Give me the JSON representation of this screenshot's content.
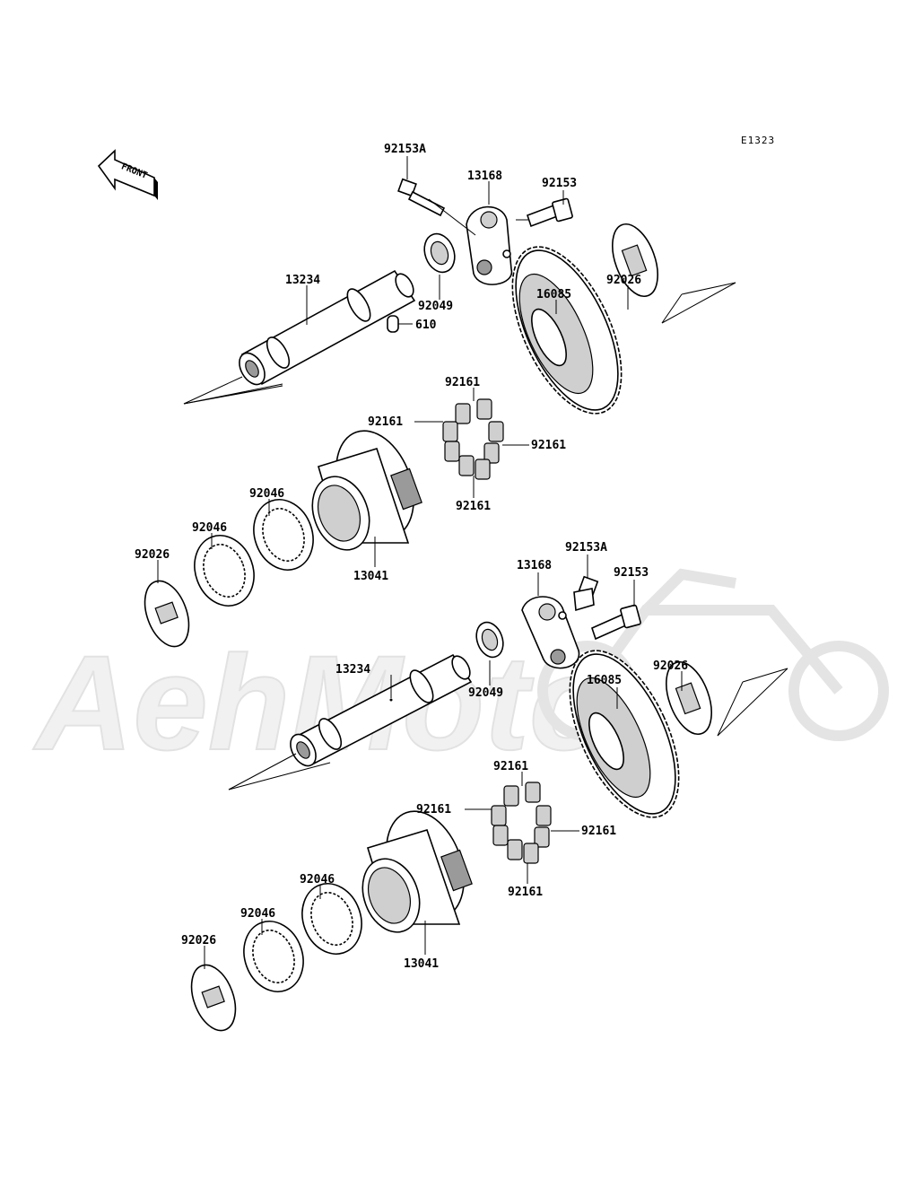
{
  "diagram_code": "E1323",
  "front_label": "FRONT",
  "watermark": "AehMoto",
  "callouts": {
    "top_bolt_a": "92153A",
    "top_arm": "13168",
    "top_bolt": "92153",
    "top_shaft": "13234",
    "top_seal": "92049",
    "top_pin": "610",
    "top_gear": "16085",
    "top_washer_r": "92026",
    "top_rollers_t": "92161",
    "top_rollers_l": "92161",
    "top_rollers_r": "92161",
    "top_rollers_b": "92161",
    "top_bearing_1": "92046",
    "top_bearing_2": "92046",
    "top_washer_l": "92026",
    "top_gear_hub": "13041",
    "bot_bolt_a": "92153A",
    "bot_arm": "13168",
    "bot_bolt": "92153",
    "bot_shaft": "13234",
    "bot_seal": "92049",
    "bot_gear": "16085",
    "bot_washer_r": "92026",
    "bot_rollers_t": "92161",
    "bot_rollers_l": "92161",
    "bot_rollers_r": "92161",
    "bot_rollers_b": "92161",
    "bot_bearing_1": "92046",
    "bot_bearing_2": "92046",
    "bot_washer_l": "92026",
    "bot_gear_hub": "13041"
  }
}
